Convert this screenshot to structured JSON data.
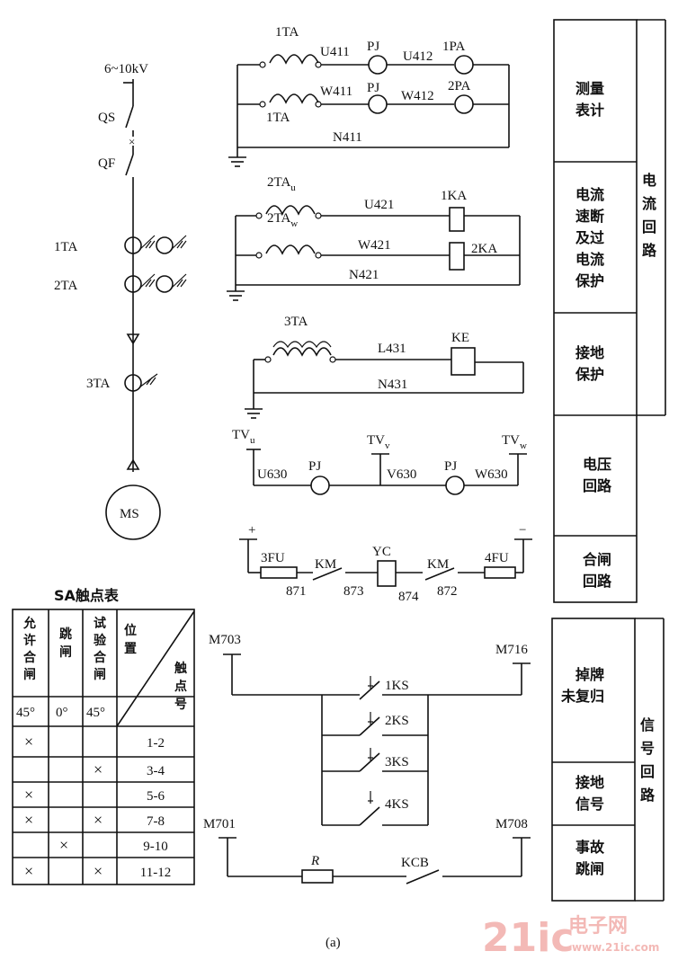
{
  "one_line": {
    "voltage": "6~10kV",
    "qs": "QS",
    "qf": "QF",
    "ta1": "1TA",
    "ta2": "2TA",
    "ta3": "3TA",
    "motor": "MS"
  },
  "measure": {
    "ct_top": "1TA",
    "ct_bottom": "1TA",
    "u411": "U411",
    "w411": "W411",
    "pj1": "PJ",
    "pj2": "PJ",
    "u412": "U412",
    "w412": "W412",
    "pa1": "1PA",
    "pa2": "2PA",
    "n411": "N411"
  },
  "overcurrent": {
    "ct_u": "2TA",
    "ct_u_sub": "u",
    "ct_w": "2TA",
    "ct_w_sub": "w",
    "u421": "U421",
    "w421": "W421",
    "n421": "N421",
    "ka1": "1KA",
    "ka2": "2KA"
  },
  "ground": {
    "ct": "3TA",
    "l431": "L431",
    "n431": "N431",
    "ke": "KE"
  },
  "voltage": {
    "tvu": "TV",
    "tvu_sub": "u",
    "tvv": "TV",
    "tvv_sub": "v",
    "tvw": "TV",
    "tvw_sub": "w",
    "u630": "U630",
    "v630": "V630",
    "w630": "W630",
    "pj1": "PJ",
    "pj2": "PJ"
  },
  "closing": {
    "plus": "+",
    "minus": "−",
    "fu3": "3FU",
    "fu4": "4FU",
    "km1": "KM",
    "km2": "KM",
    "yc": "YC",
    "n871": "871",
    "n873": "873",
    "n874": "874",
    "n872": "872"
  },
  "signal": {
    "m703": "M703",
    "m716": "M716",
    "m701": "M701",
    "m708": "M708",
    "ks1": "1KS",
    "ks2": "2KS",
    "ks3": "3KS",
    "ks4": "4KS",
    "r": "R",
    "kcb": "KCB"
  },
  "sa_table": {
    "title": "SA触点表",
    "col1": [
      "允",
      "许",
      "合",
      "闸"
    ],
    "col2": [
      "跳",
      "闸"
    ],
    "col3": [
      "试",
      "验",
      "合",
      "闸"
    ],
    "pos_label": [
      "位",
      "置"
    ],
    "contact_label": [
      "触",
      "点",
      "号"
    ],
    "angles": [
      "45°",
      "0°",
      "45°"
    ],
    "rows": [
      {
        "c1": "×",
        "c2": "",
        "c3": "",
        "id": "1-2"
      },
      {
        "c1": "",
        "c2": "",
        "c3": "×",
        "id": "3-4"
      },
      {
        "c1": "×",
        "c2": "",
        "c3": "",
        "id": "5-6"
      },
      {
        "c1": "×",
        "c2": "",
        "c3": "×",
        "id": "7-8"
      },
      {
        "c1": "",
        "c2": "×",
        "c3": "",
        "id": "9-10"
      },
      {
        "c1": "×",
        "c2": "",
        "c3": "×",
        "id": "11-12"
      }
    ]
  },
  "side_panel": {
    "measure_meter": [
      "测量",
      "表计"
    ],
    "quick_break": [
      "电流",
      "速断",
      "及过",
      "电流",
      "保护"
    ],
    "ground_protect": [
      "接地",
      "保护"
    ],
    "current_loop": [
      "电",
      "流",
      "回",
      "路"
    ],
    "voltage_loop": [
      "电压",
      "回路"
    ],
    "closing_loop": [
      "合闸",
      "回路"
    ],
    "drop_tab": [
      "掉牌",
      "未复归"
    ],
    "ground_signal": [
      "接地",
      "信号"
    ],
    "fault_trip": [
      "事故",
      "跳闸"
    ],
    "signal_loop": [
      "信",
      "号",
      "回",
      "路"
    ]
  },
  "caption": "(a)",
  "watermark": {
    "brand": "21ic",
    "cn": "电子网",
    "url": "www.21ic.com"
  }
}
